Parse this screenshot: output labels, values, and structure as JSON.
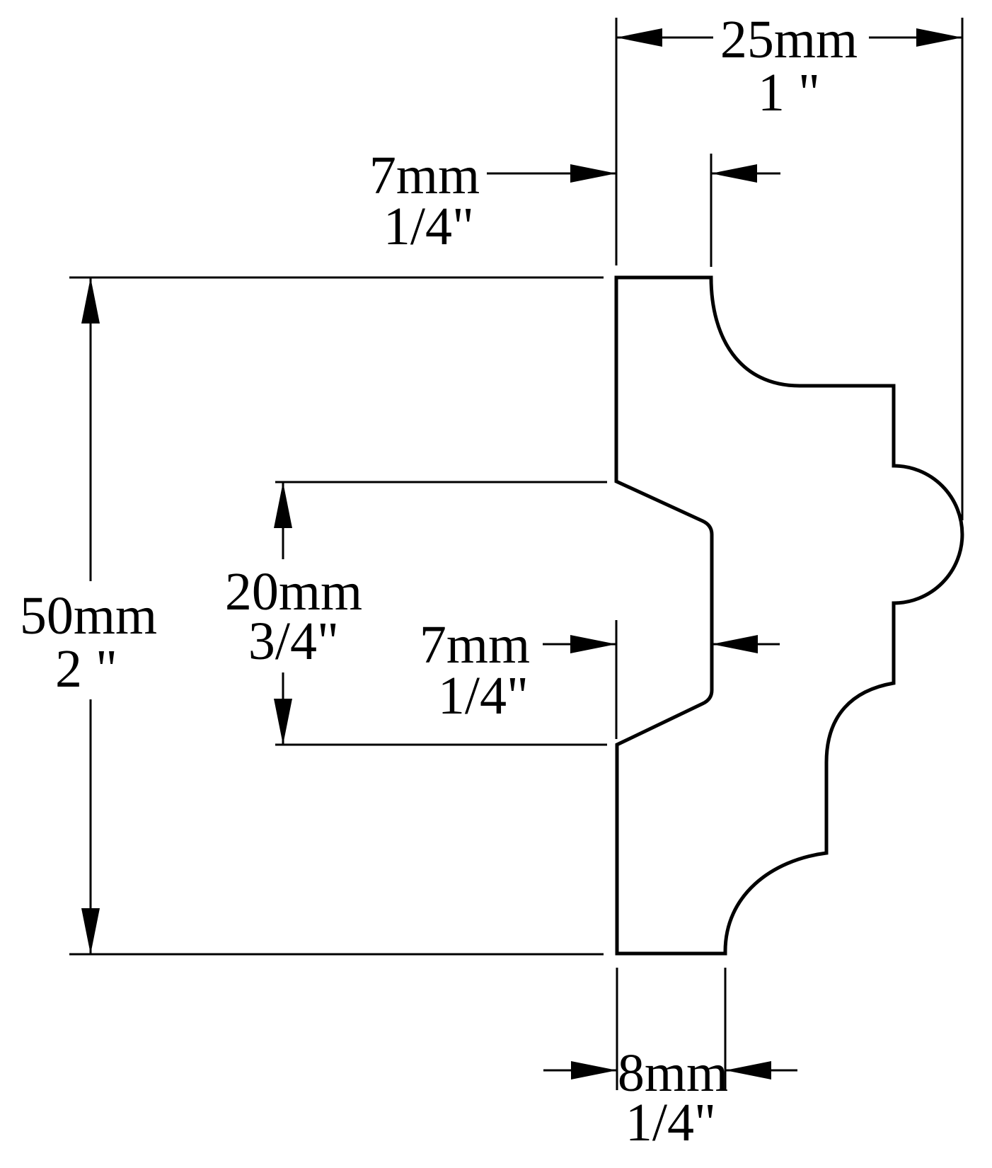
{
  "drawing": {
    "type": "moulding-profile-cross-section",
    "colors": {
      "background": "#ffffff",
      "ink": "#000000"
    },
    "units": [
      "mm",
      "inch"
    ]
  },
  "dimensions": {
    "overall_width": {
      "metric": "25mm",
      "imperial": "1 \""
    },
    "top_reveal": {
      "metric": "7mm",
      "imperial": "1/4\""
    },
    "overall_height": {
      "metric": "50mm",
      "imperial": "2 \""
    },
    "channel_height": {
      "metric": "20mm",
      "imperial": "3/4\""
    },
    "channel_depth": {
      "metric": "7mm",
      "imperial": "1/4\""
    },
    "base_width": {
      "metric": "8mm",
      "imperial": "1/4\""
    }
  }
}
